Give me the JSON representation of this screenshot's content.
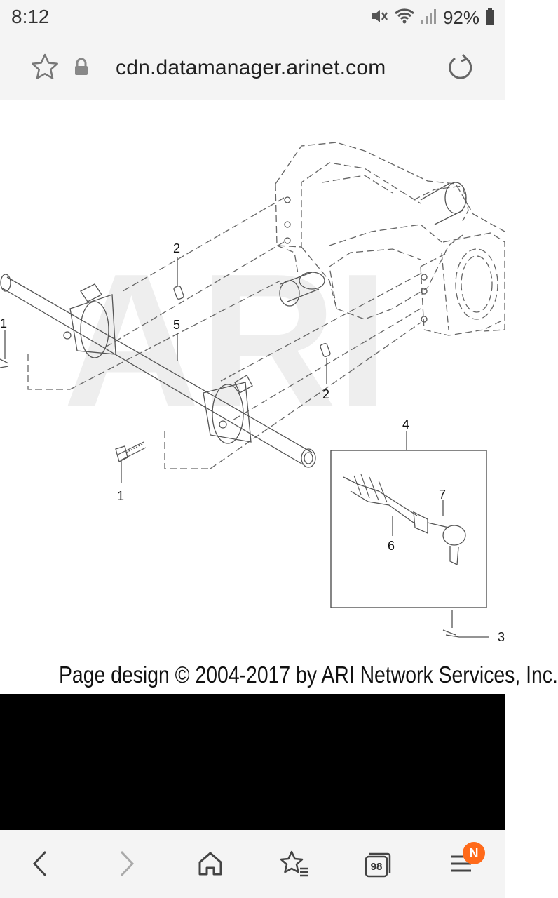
{
  "status": {
    "time": "8:12",
    "battery": "92%"
  },
  "browser": {
    "url": "cdn.datamanager.arinet.com",
    "tab_count": "98",
    "notification_badge": "N"
  },
  "diagram": {
    "watermark": "ARI",
    "callouts": [
      "1",
      "2",
      "5",
      "2",
      "1",
      "4",
      "7",
      "6",
      "3"
    ],
    "copyright": "Page design © 2004-2017 by ARI Network Services, Inc."
  },
  "icons": {
    "star": "star-icon",
    "lock": "lock-icon",
    "reload": "reload-icon",
    "back": "back-arrow-icon",
    "forward": "forward-arrow-icon",
    "home": "home-icon",
    "bookmarks": "bookmarks-icon",
    "tabs": "tabs-icon",
    "menu": "menu-icon"
  },
  "colors": {
    "badge": "#ff6a1a",
    "chrome": "#f4f4f4",
    "black_area": "#000000"
  }
}
